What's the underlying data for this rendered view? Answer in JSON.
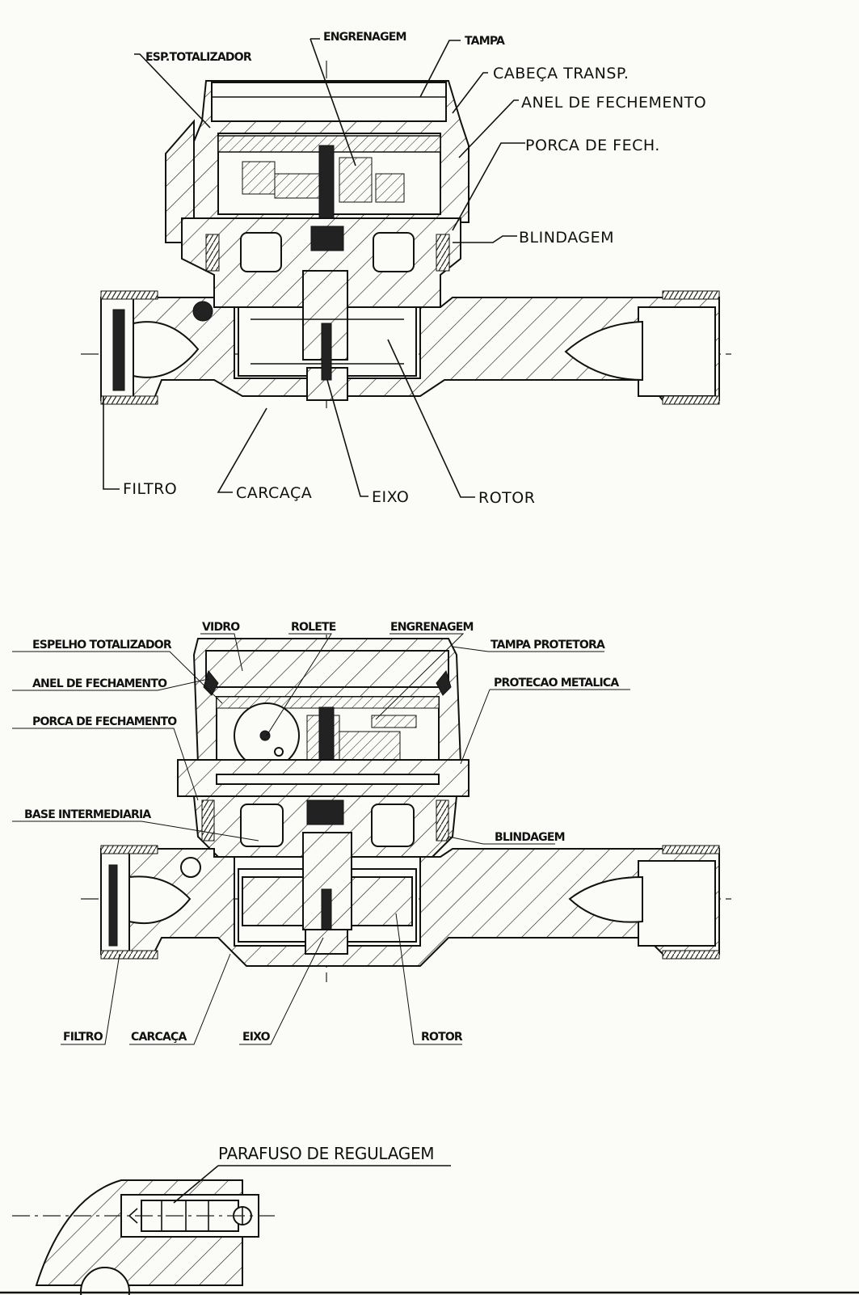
{
  "drawing_top": {
    "labels": {
      "esp_totalizador": "ESP.TOTALIZADOR",
      "engrenagem": "ENGRENAGEM",
      "tampa": "TAMPA",
      "cabeca_transp": "CABEÇA TRANSP.",
      "anel_de_fechemento": "ANEL DE FECHEMENTO",
      "porca_de_fech": "PORCA DE FECH.",
      "blindagem": "BLINDAGEM",
      "filtro": "FILTRO",
      "carcaca": "CARCAÇA",
      "eixo": "EIXO",
      "rotor": "ROTOR"
    }
  },
  "drawing_middle": {
    "labels": {
      "vidro": "VIDRO",
      "rolete": "ROLETE",
      "engrenagem": "ENGRENAGEM",
      "tampa_protetora": "TAMPA PROTETORA",
      "espelho_totalizador": "ESPELHO TOTALIZADOR",
      "anel_de_fechamento": "ANEL DE FECHAMENTO",
      "protecao_metalica": "PROTECAO METALICA",
      "porca_de_fechamento": "PORCA DE FECHAMENTO",
      "base_intermediaria": "BASE INTERMEDIARIA",
      "blindagem": "BLINDAGEM",
      "filtro": "FILTRO",
      "carcaca": "CARCAÇA",
      "eixo": "EIXO",
      "rotor": "ROTOR"
    }
  },
  "drawing_bottom": {
    "labels": {
      "parafuso_de_regulagem": "PARAFUSO DE REGULAGEM"
    }
  }
}
